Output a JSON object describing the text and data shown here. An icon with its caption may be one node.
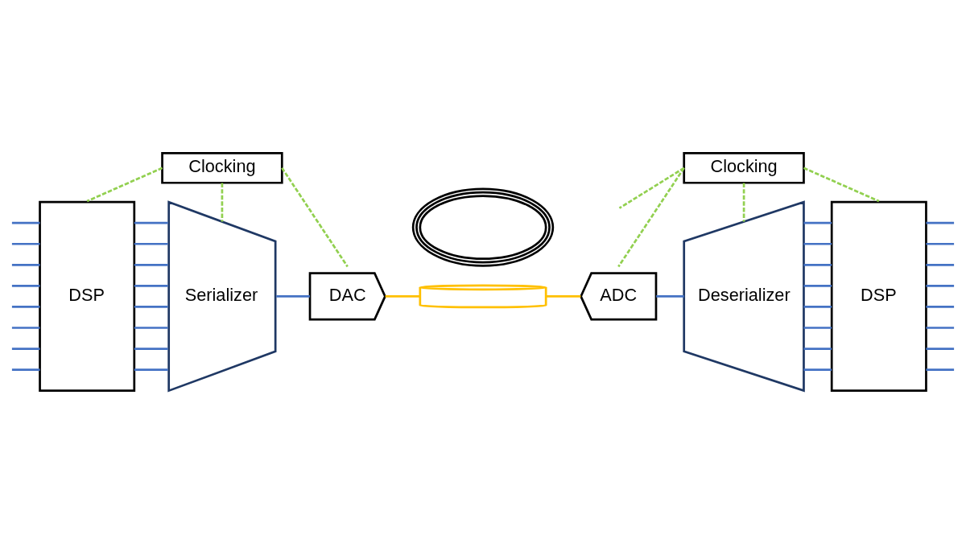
{
  "diagram": {
    "nodes": [
      {
        "text": [
          "Clocking"
        ]
      },
      {
        "text": [
          "DSP"
        ]
      },
      {
        "text": [
          "Serializer"
        ]
      },
      {
        "text": [
          "DAC"
        ]
      },
      {
        "text": [],
        "shape": "picture"
      },
      {
        "text": [],
        "shape": "cylinder"
      },
      {
        "text": [
          "Clocking"
        ]
      },
      {
        "text": [
          "ADC"
        ]
      },
      {
        "text": [
          "Deserializer"
        ]
      },
      {
        "text": [
          "DSP"
        ]
      }
    ],
    "edges": [
      {
        "from": null,
        "to": 1,
        "arrow": "none"
      },
      {
        "from": null,
        "to": 1,
        "arrow": "none"
      },
      {
        "from": null,
        "to": 1,
        "arrow": "none"
      },
      {
        "from": null,
        "to": 1,
        "arrow": "none"
      },
      {
        "from": null,
        "to": 1,
        "arrow": "none"
      },
      {
        "from": null,
        "to": 1,
        "arrow": "none"
      },
      {
        "from": null,
        "to": 1,
        "arrow": "none"
      },
      {
        "from": null,
        "to": 1,
        "arrow": "none"
      },
      {
        "from": 1,
        "to": 2,
        "arrow": "none"
      },
      {
        "from": 1,
        "to": 2,
        "arrow": "none"
      },
      {
        "from": 1,
        "to": 2,
        "arrow": "none"
      },
      {
        "from": 1,
        "to": 2,
        "arrow": "none"
      },
      {
        "from": 1,
        "to": 2,
        "arrow": "none"
      },
      {
        "from": 1,
        "to": 2,
        "arrow": "none"
      },
      {
        "from": 1,
        "to": 2,
        "arrow": "none"
      },
      {
        "from": 1,
        "to": 2,
        "arrow": "none"
      },
      {
        "from": 2,
        "to": 3,
        "arrow": "none"
      },
      {
        "from": 3,
        "to": 5,
        "arrow": "none",
        "color": "#ffc000"
      },
      {
        "from": 5,
        "to": 7,
        "arrow": "none",
        "color": "#ffc000"
      },
      {
        "from": 7,
        "to": 8,
        "arrow": "none"
      },
      {
        "from": 8,
        "to": 9,
        "arrow": "none"
      },
      {
        "from": 8,
        "to": 9,
        "arrow": "none"
      },
      {
        "from": 8,
        "to": 9,
        "arrow": "none"
      },
      {
        "from": 8,
        "to": 9,
        "arrow": "none"
      },
      {
        "from": 8,
        "to": 9,
        "arrow": "none"
      },
      {
        "from": 8,
        "to": 9,
        "arrow": "none"
      },
      {
        "from": 8,
        "to": 9,
        "arrow": "none"
      },
      {
        "from": 8,
        "to": 9,
        "arrow": "none"
      },
      {
        "from": 9,
        "to": null,
        "arrow": "none"
      },
      {
        "from": 9,
        "to": null,
        "arrow": "none"
      },
      {
        "from": 9,
        "to": null,
        "arrow": "none"
      },
      {
        "from": 9,
        "to": null,
        "arrow": "none"
      },
      {
        "from": 9,
        "to": null,
        "arrow": "none"
      },
      {
        "from": 9,
        "to": null,
        "arrow": "none"
      },
      {
        "from": 9,
        "to": null,
        "arrow": "none"
      },
      {
        "from": 9,
        "to": null,
        "arrow": "none"
      },
      {
        "from": 0,
        "to": 1,
        "arrow": "none",
        "style": "dashed",
        "color": "#92d050"
      },
      {
        "from": 0,
        "to": 2,
        "arrow": "none",
        "style": "dashed",
        "color": "#92d050"
      },
      {
        "from": 0,
        "to": 3,
        "arrow": "none",
        "style": "dashed",
        "color": "#92d050"
      },
      {
        "from": 6,
        "to": null,
        "arrow": "none",
        "style": "dashed",
        "color": "#92d050"
      },
      {
        "from": 6,
        "to": 7,
        "arrow": "none",
        "style": "dashed",
        "color": "#92d050"
      },
      {
        "from": 6,
        "to": 8,
        "arrow": "none",
        "style": "dashed",
        "color": "#92d050"
      },
      {
        "from": 6,
        "to": 9,
        "arrow": "none",
        "style": "dashed",
        "color": "#92d050"
      }
    ]
  }
}
